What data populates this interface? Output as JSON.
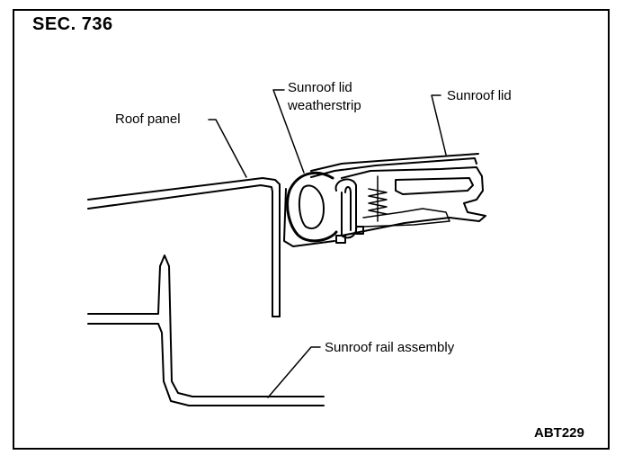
{
  "section_title": "SEC. 736",
  "figure_code": "ABT229",
  "labels": {
    "roof_panel": "Roof panel",
    "weatherstrip_line1": "Sunroof lid",
    "weatherstrip_line2": "weatherstrip",
    "sunroof_lid": "Sunroof lid",
    "rail_assembly": "Sunroof rail assembly"
  },
  "colors": {
    "line": "#000000",
    "background": "#ffffff"
  }
}
